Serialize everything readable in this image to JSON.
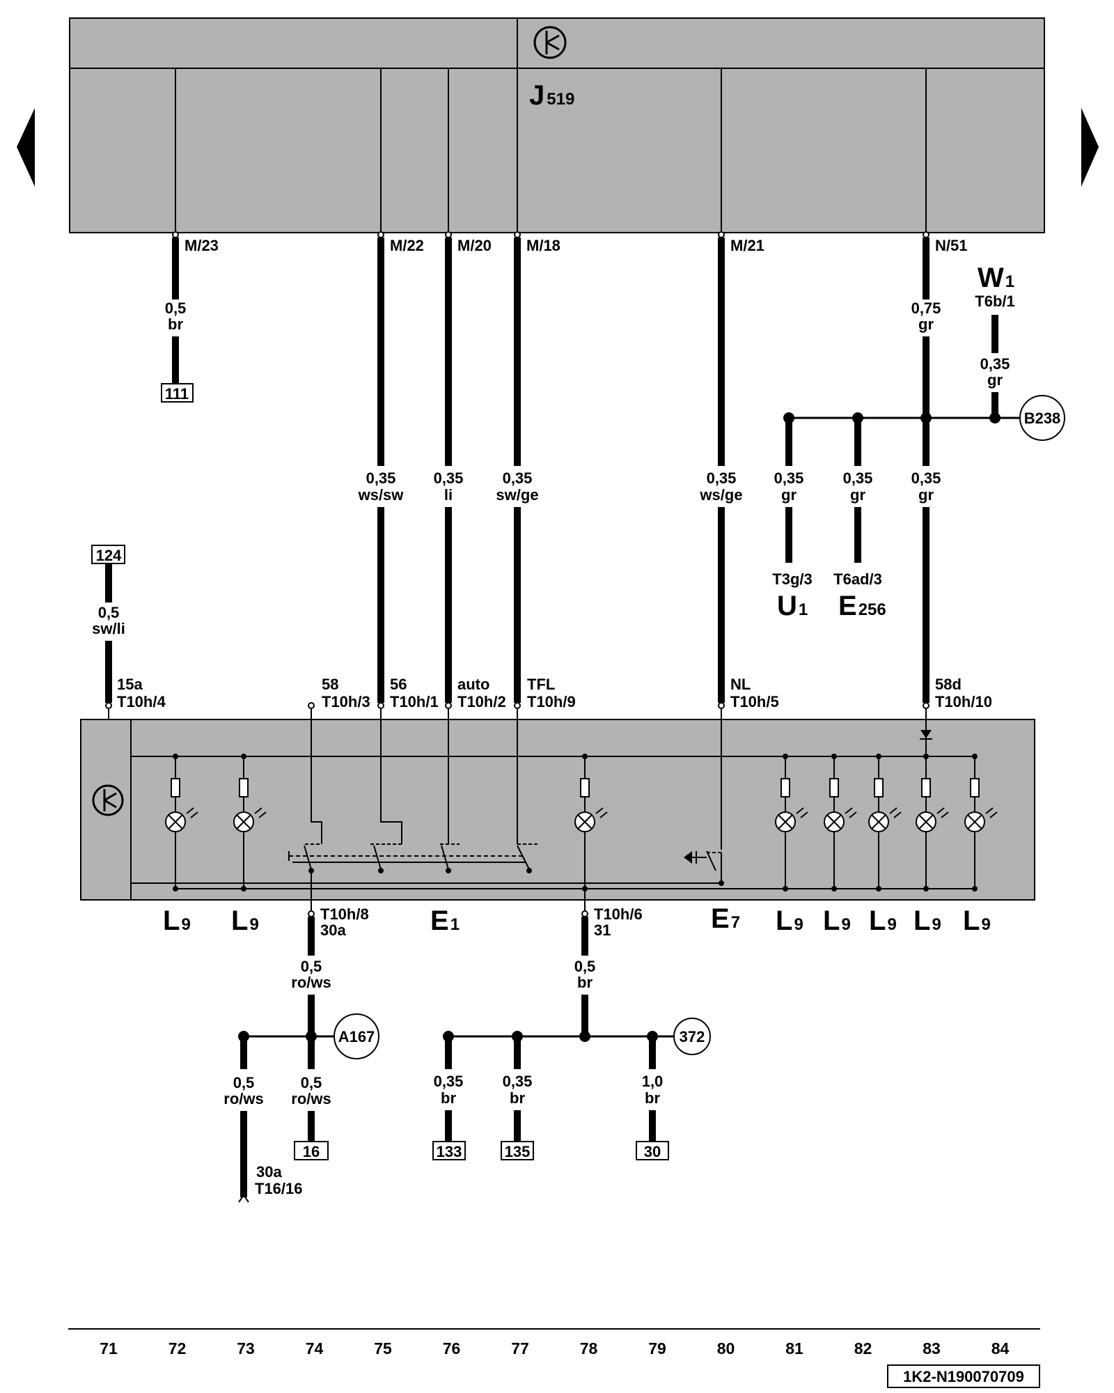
{
  "module_top": {
    "name_main": "J",
    "name_sub": "519",
    "pins": [
      {
        "pin": "M/23",
        "col": 72
      },
      {
        "pin": "M/22",
        "col": 75
      },
      {
        "pin": "M/20",
        "col": 76
      },
      {
        "pin": "M/18",
        "col": 77
      },
      {
        "pin": "M/21",
        "col": 80
      },
      {
        "pin": "N/51",
        "col": 83
      }
    ]
  },
  "nav": {
    "prev_label": "previous page",
    "next_label": "next page"
  },
  "wires": [
    {
      "id": "w72",
      "size": "0,5",
      "color": "br"
    },
    {
      "id": "w75",
      "size": "0,35",
      "color": "ws/sw"
    },
    {
      "id": "w76",
      "size": "0,35",
      "color": "li"
    },
    {
      "id": "w77",
      "size": "0,35",
      "color": "sw/ge"
    },
    {
      "id": "w80",
      "size": "0,35",
      "color": "ws/ge"
    },
    {
      "id": "w83a",
      "size": "0,75",
      "color": "gr"
    },
    {
      "id": "w83b",
      "size": "0,35",
      "color": "gr"
    },
    {
      "id": "w81",
      "size": "0,35",
      "color": "gr"
    },
    {
      "id": "w82",
      "size": "0,35",
      "color": "gr"
    },
    {
      "id": "wW1",
      "size": "0,35",
      "color": "gr"
    },
    {
      "id": "w71",
      "size": "0,5",
      "color": "sw/li"
    },
    {
      "id": "w74a",
      "size": "0,5",
      "color": "ro/ws"
    },
    {
      "id": "w74b",
      "size": "0,5",
      "color": "ro/ws"
    },
    {
      "id": "w73",
      "size": "0,5",
      "color": "ro/ws"
    },
    {
      "id": "w78",
      "size": "0,5",
      "color": "br"
    },
    {
      "id": "w76b",
      "size": "0,35",
      "color": "br"
    },
    {
      "id": "w77b",
      "size": "0,35",
      "color": "br"
    },
    {
      "id": "w79",
      "size": "1,0",
      "color": "br"
    }
  ],
  "refs": {
    "r111": "111",
    "r124": "124",
    "r16": "16",
    "r133": "133",
    "r135": "135",
    "r30": "30"
  },
  "circles": {
    "B238": "B238",
    "A167": "A167",
    "c372": "372"
  },
  "W1": {
    "main": "W",
    "sub": "1",
    "conn": "T6b/1"
  },
  "U1": {
    "main": "U",
    "sub": "1",
    "conn": "T3g/3"
  },
  "E256": {
    "main": "E",
    "sub": "256",
    "conn": "T6ad/3"
  },
  "switch_pins": [
    {
      "term": "15a",
      "conn": "T10h/4"
    },
    {
      "term": "58",
      "conn": "T10h/3"
    },
    {
      "term": "56",
      "conn": "T10h/1"
    },
    {
      "term": "auto",
      "conn": "T10h/2"
    },
    {
      "term": "TFL",
      "conn": "T10h/9"
    },
    {
      "term": "NL",
      "conn": "T10h/5"
    },
    {
      "term": "58d",
      "conn": "T10h/10"
    }
  ],
  "bottom_pins": [
    {
      "conn": "T10h/8",
      "term": "30a"
    },
    {
      "conn": "T10h/6",
      "term": "31"
    }
  ],
  "t16": {
    "term": "30a",
    "conn": "T16/16"
  },
  "components": {
    "L9": {
      "main": "L",
      "sub": "9"
    },
    "E1": {
      "main": "E",
      "sub": "1"
    },
    "E7": {
      "main": "E",
      "sub": "7"
    }
  },
  "axis": [
    "71",
    "72",
    "73",
    "74",
    "75",
    "76",
    "77",
    "78",
    "79",
    "80",
    "81",
    "82",
    "83",
    "84"
  ],
  "doc_code": "1K2-N190070709"
}
